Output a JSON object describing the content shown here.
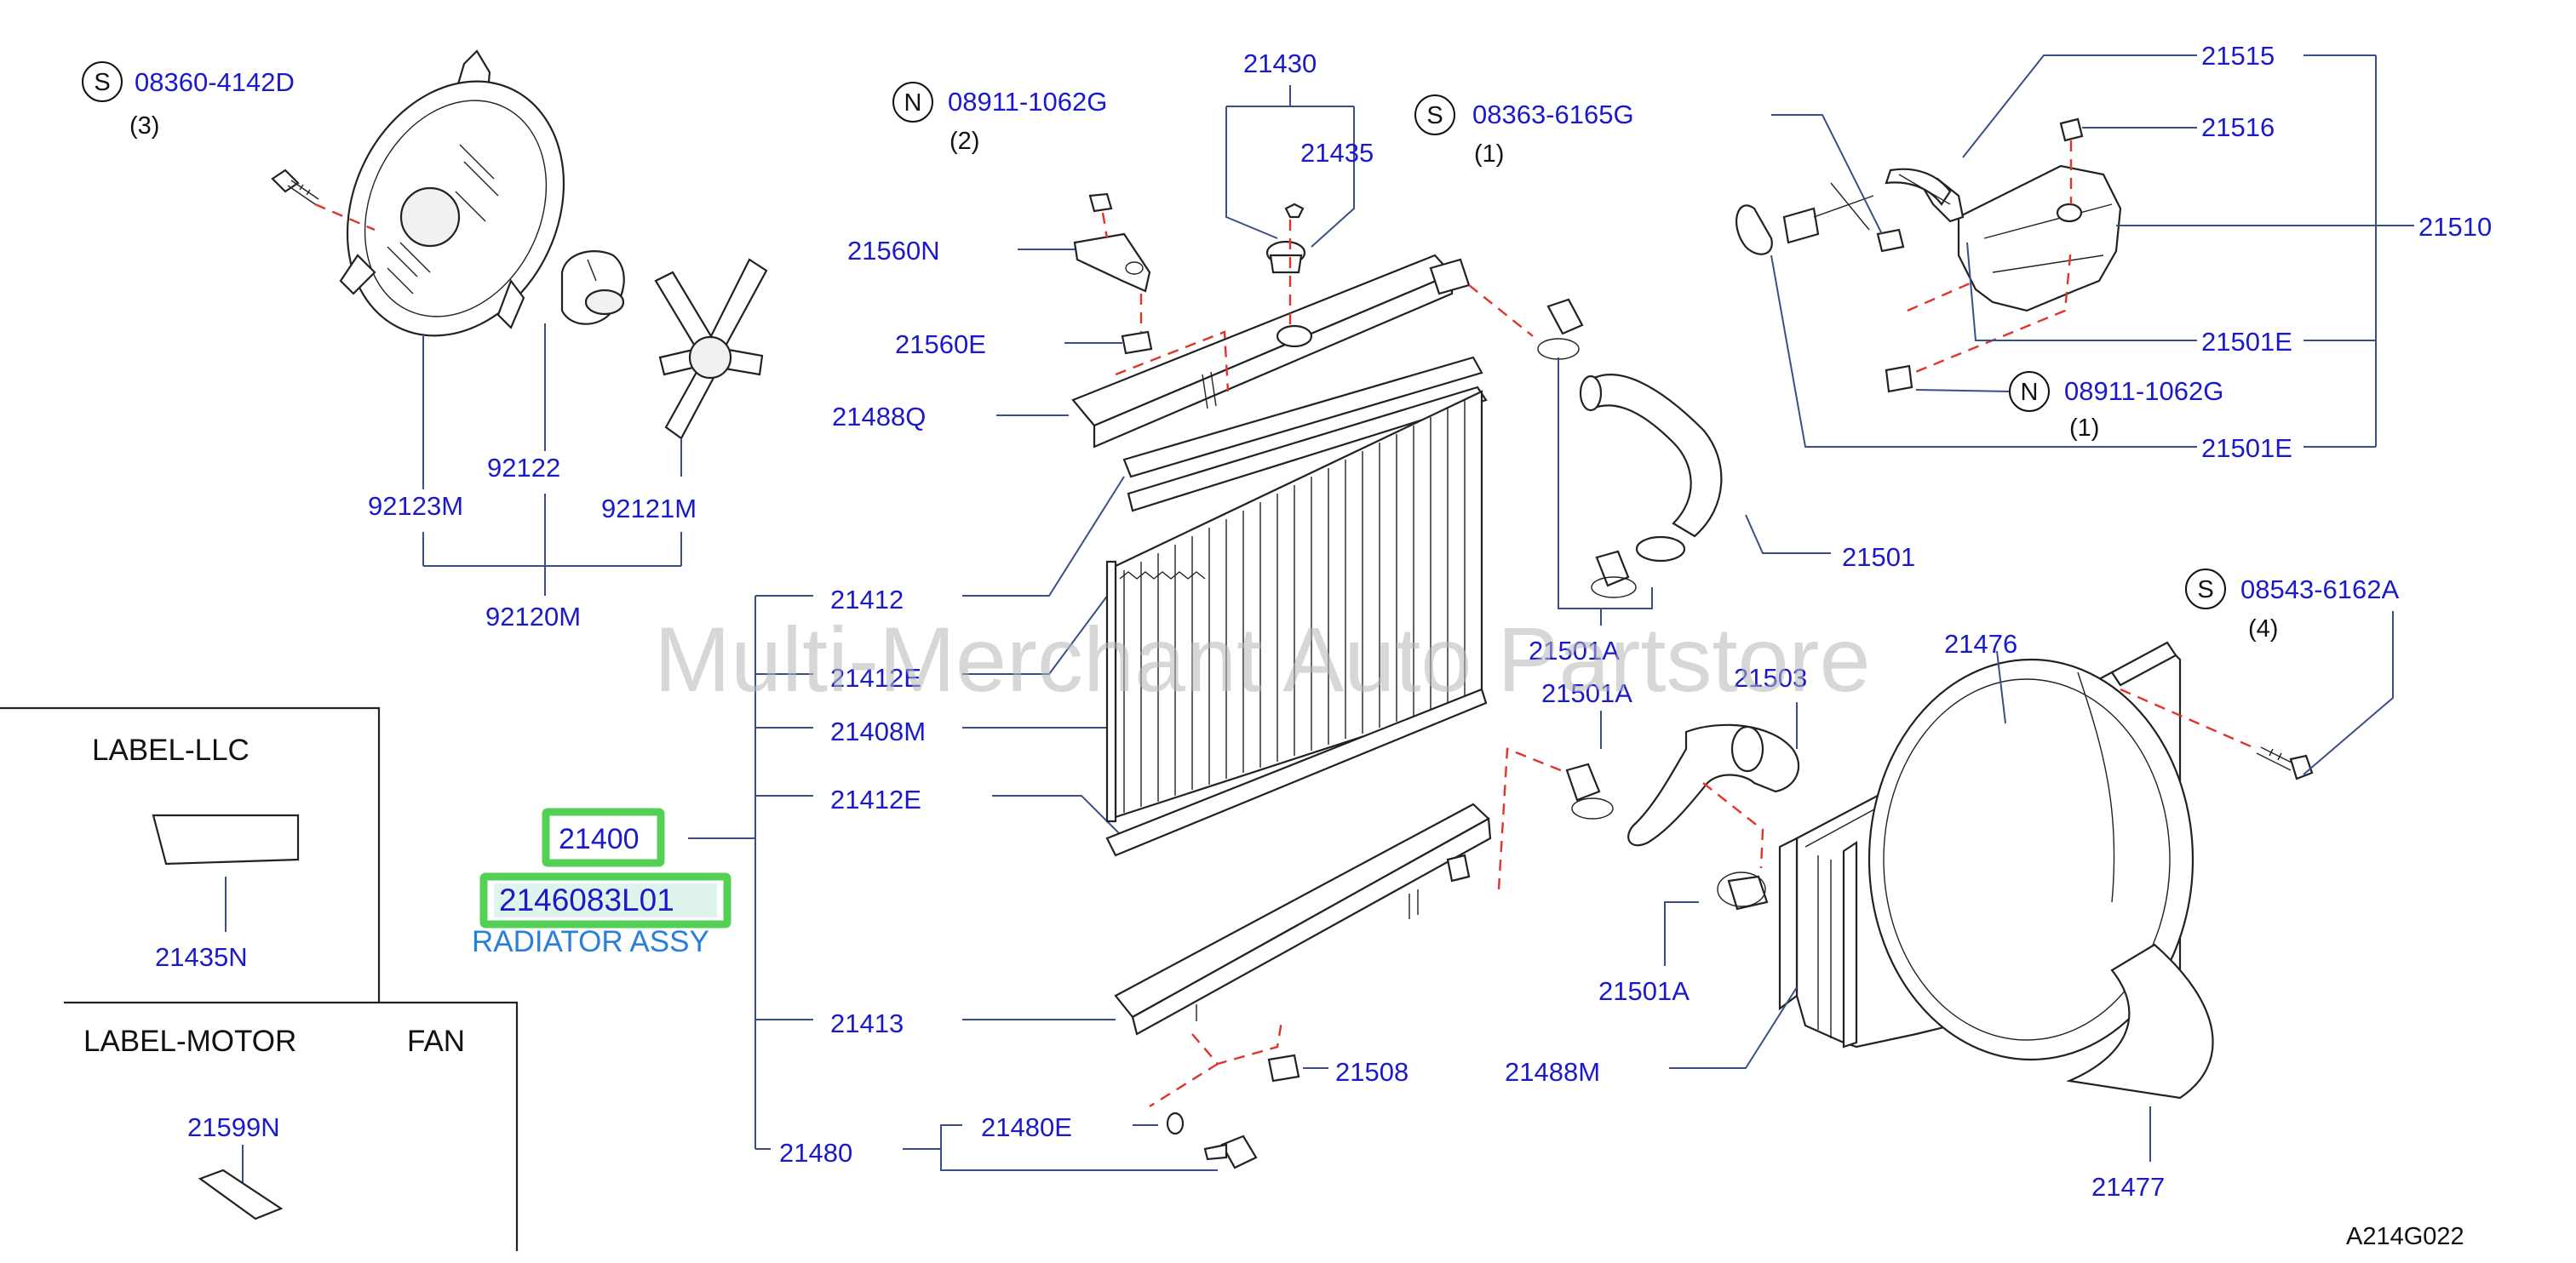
{
  "watermark": "Multi-Merchant Auto Partstore",
  "diagram_code": "A214G022",
  "highlight": {
    "part_number": "21400",
    "selected_code": "2146083L01",
    "description": "RADIATOR ASSY"
  },
  "label_boxes": {
    "llc_title": "LABEL-LLC",
    "llc_part": "21435N",
    "motor_title": "LABEL-MOTOR",
    "motor_title2": "FAN",
    "motor_part": "21599N"
  },
  "fasteners": {
    "f1": {
      "symbol": "S",
      "code": "08360-4142D",
      "qty": "(3)"
    },
    "f2": {
      "symbol": "N",
      "code": "08911-1062G",
      "qty": "(2)"
    },
    "f3": {
      "symbol": "S",
      "code": "08363-6165G",
      "qty": "(1)"
    },
    "f4": {
      "symbol": "N",
      "code": "08911-1062G",
      "qty": "(1)"
    },
    "f5": {
      "symbol": "S",
      "code": "08543-6162A",
      "qty": "(4)"
    }
  },
  "parts": {
    "p92123M": "92123M",
    "p92122": "92122",
    "p92121M": "92121M",
    "p92120M": "92120M",
    "p21430": "21430",
    "p21435": "21435",
    "p21560N": "21560N",
    "p21560E": "21560E",
    "p21488Q": "21488Q",
    "p21412": "21412",
    "p21412E_a": "21412E",
    "p21408M": "21408M",
    "p21412E_b": "21412E",
    "p21413": "21413",
    "p21480": "21480",
    "p21480E": "21480E",
    "p21508": "21508",
    "p21515": "21515",
    "p21516": "21516",
    "p21510": "21510",
    "p21501E_a": "21501E",
    "p21501E_b": "21501E",
    "p21501": "21501",
    "p21501A_a": "21501A",
    "p21501A_b": "21501A",
    "p21501A_c": "21501A",
    "p21503": "21503",
    "p21476": "21476",
    "p21488M": "21488M",
    "p21477": "21477"
  }
}
